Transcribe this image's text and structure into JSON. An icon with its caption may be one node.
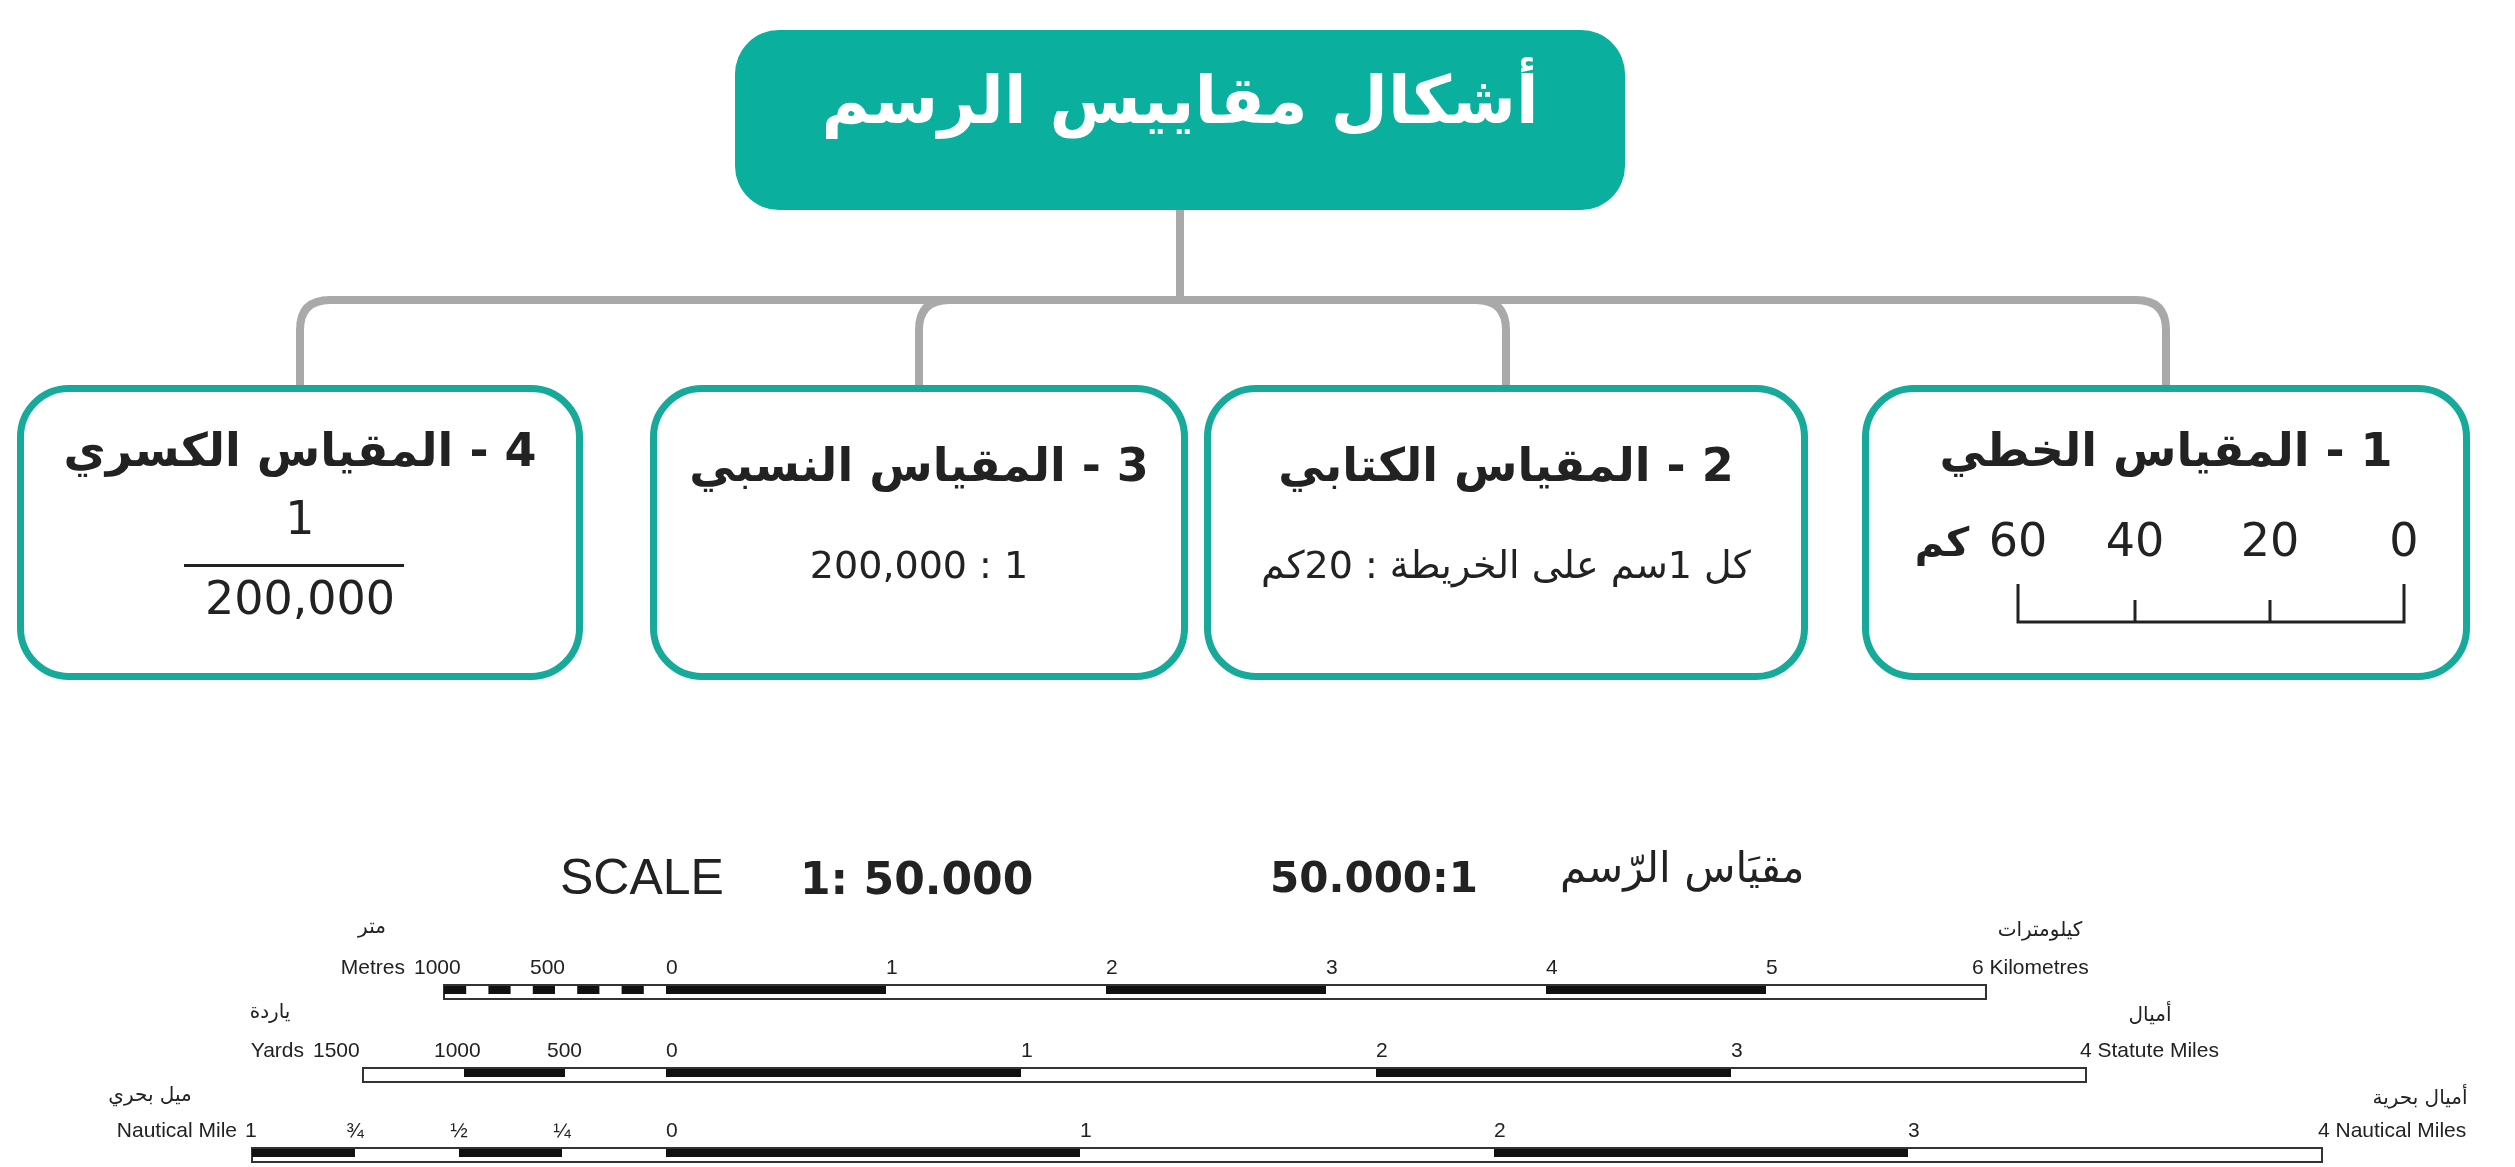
{
  "diagram": {
    "nodes": [
      {
        "text": [
          "أشكال مقاييس الرسم"
        ]
      },
      {
        "text": [
          "1 - المقياس الخطي",
          "0",
          "20",
          "40",
          "60",
          "كم"
        ]
      },
      {
        "text": [
          "2 - المقياس الكتابي",
          "كل 1سم على الخريطة : 20كم"
        ]
      },
      {
        "text": [
          "3 - المقياس النسبي",
          "200,000 : 1"
        ]
      },
      {
        "text": [
          "4 - المقياس الكسري",
          "1",
          "200,000"
        ]
      }
    ],
    "edges": [
      {
        "from": 0,
        "to": 1,
        "arrow": "none"
      },
      {
        "from": 0,
        "to": 2,
        "arrow": "none"
      },
      {
        "from": 0,
        "to": 3,
        "arrow": "none"
      },
      {
        "from": 0,
        "to": 4,
        "arrow": "none"
      }
    ],
    "labels": [
      "SCALE",
      "1: 50.000",
      "50.000:1",
      "مقيَاس الرّسم",
      "متر",
      "كيلومترات",
      "Metres",
      "1000",
      "500",
      "0",
      "1",
      "2",
      "3",
      "4",
      "5",
      "6 Kilometres",
      "ياردة",
      "أميال",
      "Yards",
      "1500",
      "1000",
      "500",
      "0",
      "1",
      "2",
      "3",
      "4 Statute Miles",
      "ميل بحري",
      "أميال بحرية",
      "Nautical Mile",
      "1",
      "¾",
      "½",
      "¼",
      "0",
      "1",
      "2",
      "3",
      "4 Nautical Miles"
    ]
  }
}
